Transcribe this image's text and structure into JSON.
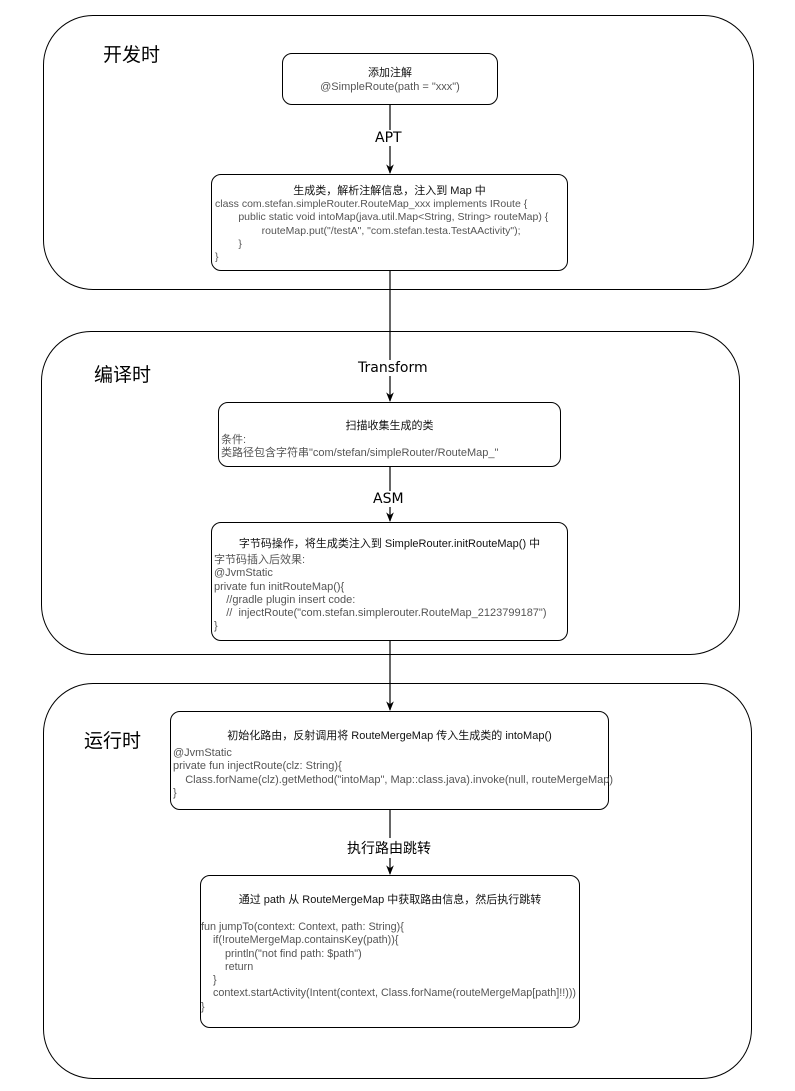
{
  "phases": [
    {
      "title": "开发时"
    },
    {
      "title": "编译时"
    },
    {
      "title": "运行时"
    }
  ],
  "boxes": {
    "annotation": {
      "title": "添加注解",
      "code": "@SimpleRoute(path = \"xxx\")"
    },
    "generate": {
      "title": "生成类，解析注解信息，注入到 Map 中",
      "code": "class com.stefan.simpleRouter.RouteMap_xxx implements IRoute {\n        public static void intoMap(java.util.Map<String, String> routeMap) {\n                routeMap.put(\"/testA\", \"com.stefan.testa.TestAActivity\");\n        }\n}"
    },
    "scan": {
      "title": "扫描收集生成的类",
      "code": "条件:\n类路径包含字符串\"com/stefan/simpleRouter/RouteMap_\""
    },
    "bytecode": {
      "title": "字节码操作，将生成类注入到 SimpleRouter.initRouteMap() 中",
      "code": "字节码插入后效果:\n@JvmStatic\nprivate fun initRouteMap(){\n    //gradle plugin insert code:\n    //  injectRoute(\"com.stefan.simplerouter.RouteMap_2123799187\")\n}"
    },
    "init": {
      "title": "初始化路由，反射调用将 RouteMergeMap 传入生成类的 intoMap()",
      "code": "@JvmStatic\nprivate fun injectRoute(clz: String){\n    Class.forName(clz).getMethod(\"intoMap\", Map::class.java).invoke(null, routeMergeMap)\n}"
    },
    "jump": {
      "title": "通过 path 从 RouteMergeMap 中获取路由信息，然后执行跳转",
      "code": "fun jumpTo(context: Context, path: String){\n    if(!routeMergeMap.containsKey(path)){\n        println(\"not find path: $path\")\n        return\n    }\n    context.startActivity(Intent(context, Class.forName(routeMergeMap[path]!!)))\n}"
    }
  },
  "edge_labels": {
    "apt": "APT",
    "transform": "Transform",
    "asm": "ASM",
    "execute": "执行路由跳转"
  }
}
